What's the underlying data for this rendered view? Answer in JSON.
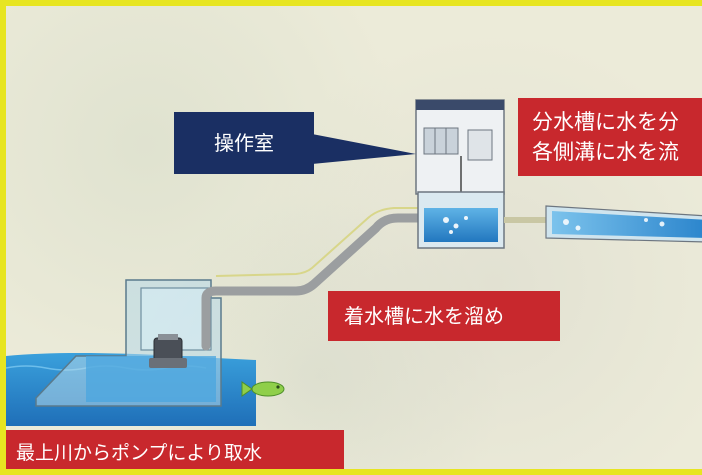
{
  "labels": {
    "control_room": "操作室",
    "distribution_line1": "分水槽に水を分",
    "distribution_line2": "各側溝に水を流",
    "settling_tank": "着水槽に水を溜め",
    "intake": "最上川からポンプにより取水"
  },
  "colors": {
    "frame_border": "#e7e521",
    "label_red": "#c8282d",
    "label_navy": "#1a2f63",
    "water": "#2b8fd0",
    "pipe": "#9b9ea0"
  }
}
